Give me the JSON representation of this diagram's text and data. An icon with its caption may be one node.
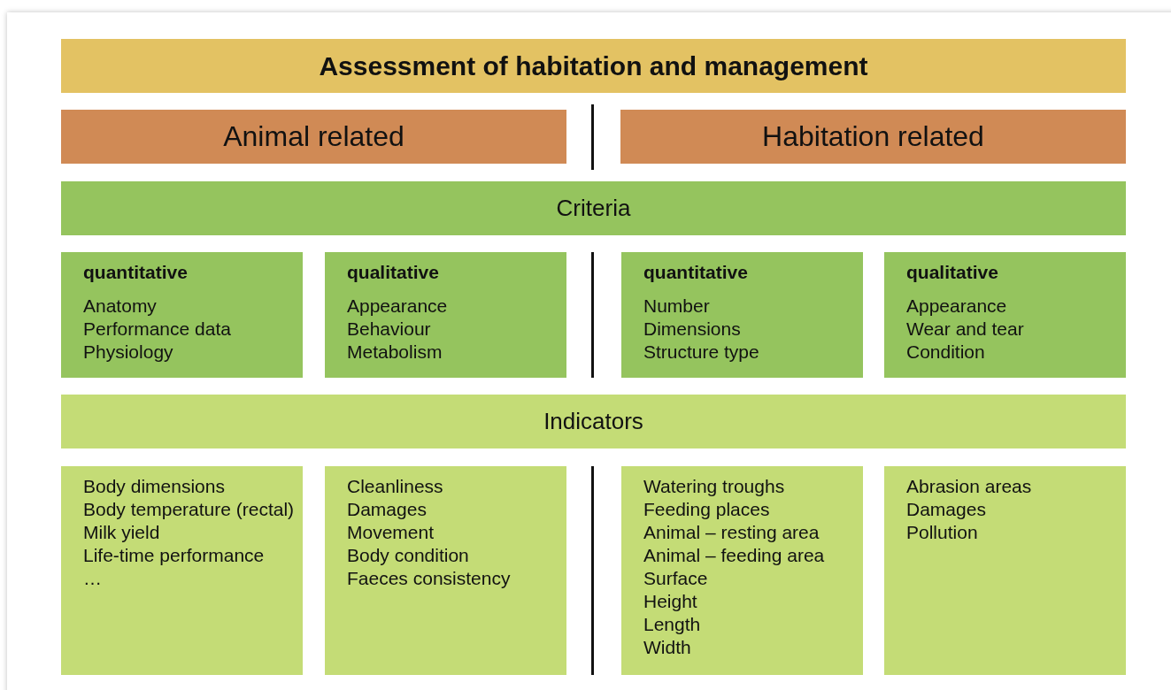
{
  "diagram": {
    "nodes": [
      {
        "text": [
          "Assessment of habitation and management"
        ]
      },
      {
        "text": [
          "Animal related"
        ]
      },
      {
        "text": [
          "Habitation related"
        ]
      },
      {
        "text": [
          "Criteria"
        ]
      },
      {
        "text": [
          "quantitative",
          "Anatomy",
          "Performance data",
          "Physiology"
        ]
      },
      {
        "text": [
          "qualitative",
          "Appearance",
          "Behaviour",
          "Metabolism"
        ]
      },
      {
        "text": [
          "quantitative",
          "Number",
          "Dimensions",
          "Structure type"
        ]
      },
      {
        "text": [
          "qualitative",
          "Appearance",
          "Wear and tear",
          "Condition"
        ]
      },
      {
        "text": [
          "Indicators"
        ]
      },
      {
        "text": [
          "Body dimensions",
          "Body temperature (rectal)",
          "Milk yield",
          "Life-time performance",
          "…"
        ]
      },
      {
        "text": [
          "Cleanliness",
          "Damages",
          "Movement",
          "Body condition",
          "Faeces consistency"
        ]
      },
      {
        "text": [
          "Watering troughs",
          "Feeding places",
          "Animal – resting area",
          "Animal – feeding area",
          "Surface",
          "Height",
          "Length",
          "Width"
        ]
      },
      {
        "text": [
          "Abrasion areas",
          "Damages",
          "Pollution"
        ]
      }
    ],
    "edges": []
  }
}
